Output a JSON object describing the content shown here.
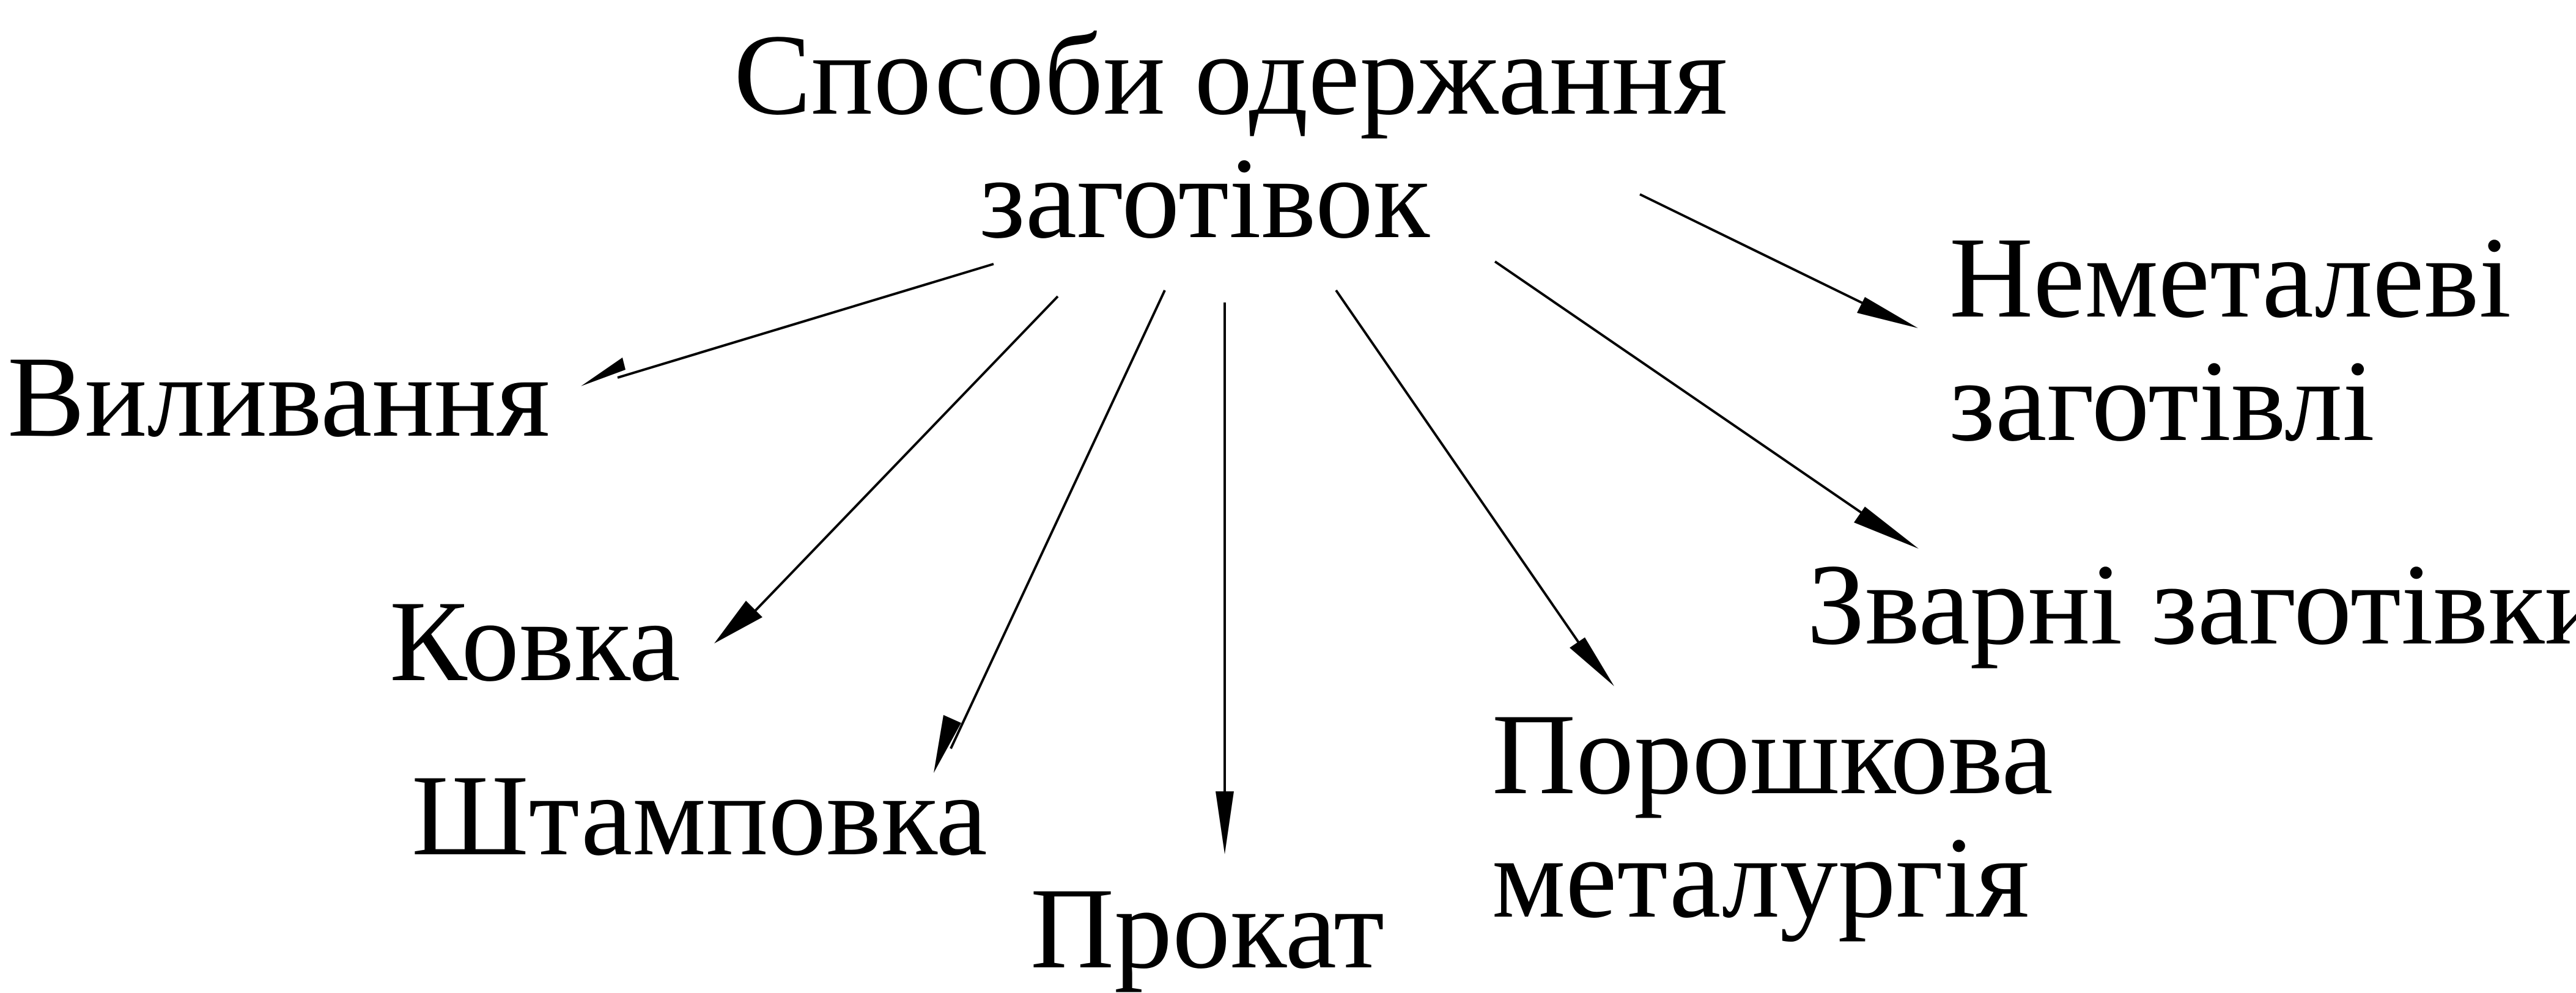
{
  "diagram": {
    "root": {
      "line1": "Способи одержання",
      "line2": "заготівок"
    },
    "nodes": {
      "casting": "Виливання",
      "forging": "Ковка",
      "stamping": "Штамповка",
      "rolling": "Прокат",
      "powder_line1": "Порошкова",
      "powder_line2": "металургія",
      "welded": "Зварні заготівки",
      "nonmetal_line1": "Неметалеві",
      "nonmetal_line2": "заготівлі"
    },
    "edges": [
      {
        "from": "root",
        "to": "casting"
      },
      {
        "from": "root",
        "to": "forging"
      },
      {
        "from": "root",
        "to": "stamping"
      },
      {
        "from": "root",
        "to": "rolling"
      },
      {
        "from": "root",
        "to": "powder"
      },
      {
        "from": "root",
        "to": "welded"
      },
      {
        "from": "root",
        "to": "nonmetal"
      }
    ],
    "colors": {
      "line": "#000000",
      "text": "#000000",
      "background": "#ffffff"
    }
  }
}
